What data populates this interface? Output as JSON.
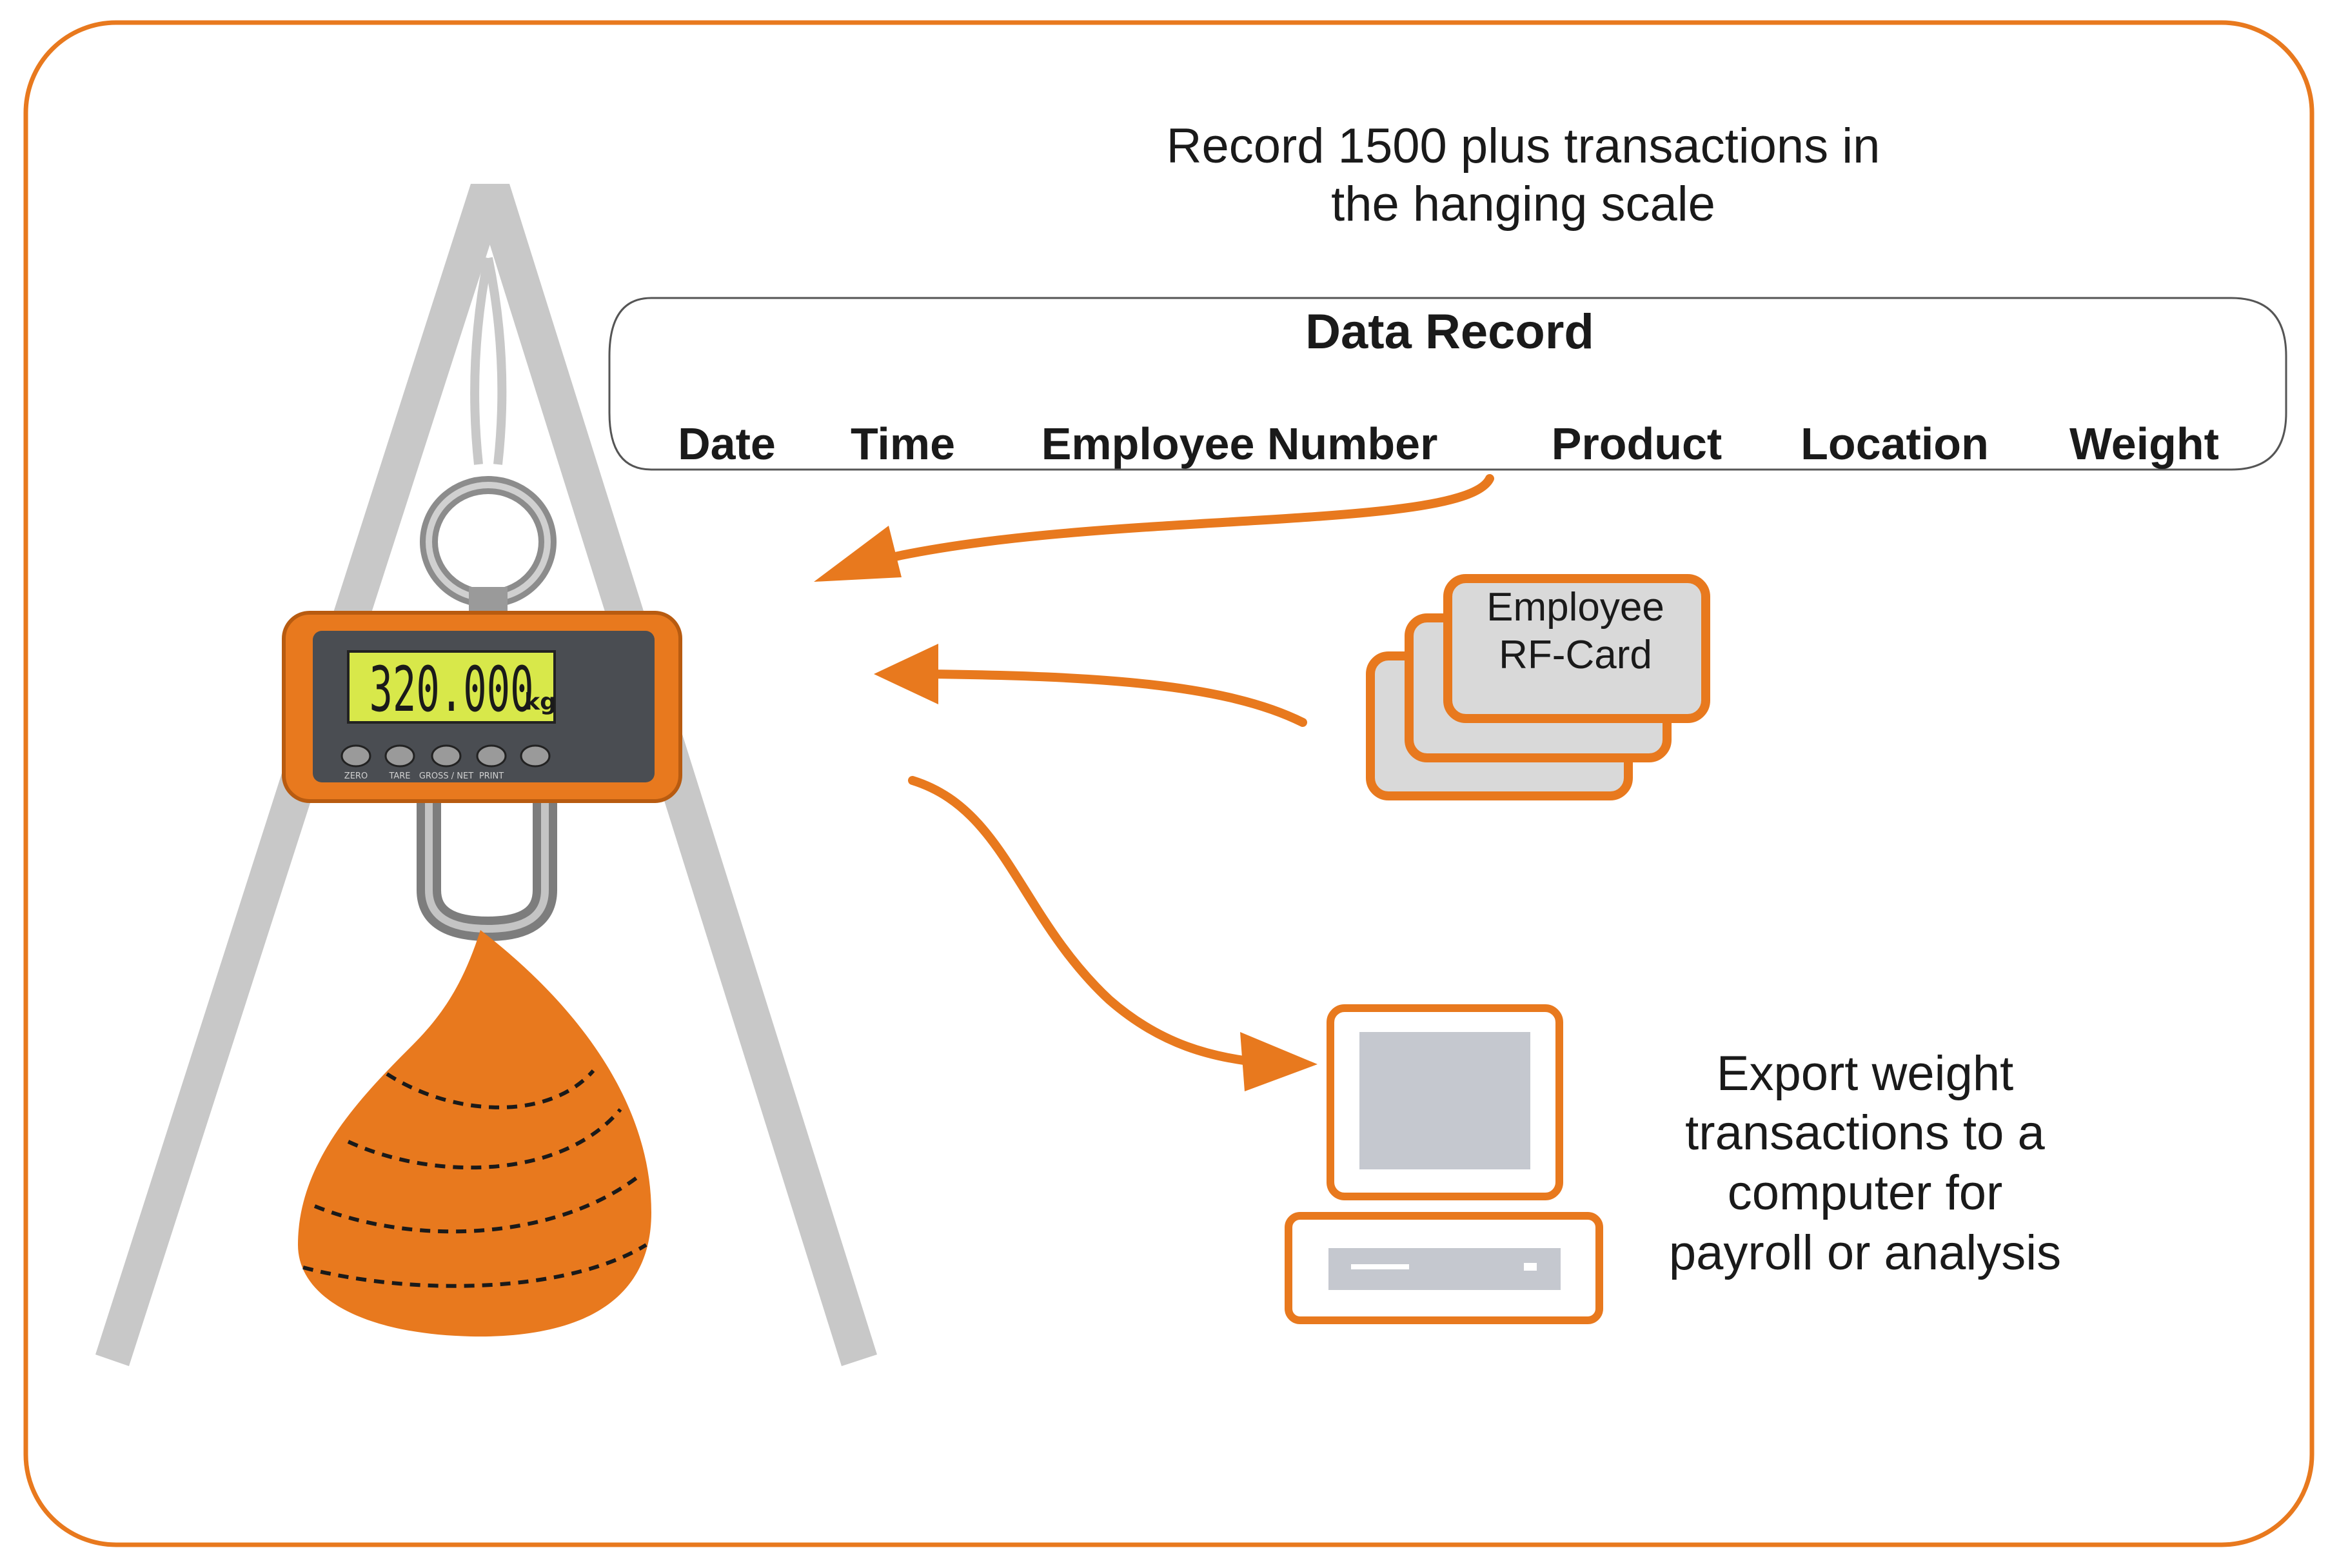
{
  "headline": {
    "line1": "Record 1500 plus transactions in",
    "line2": "the hanging scale"
  },
  "data_record": {
    "title": "Data Record",
    "fields": [
      "Date",
      "Time",
      "Employee Number",
      "Product",
      "Location",
      "Weight"
    ]
  },
  "scale": {
    "display_value": "320.000",
    "display_unit": "kg",
    "button_labels": [
      "ZERO",
      "TARE",
      "GROSS / NET",
      "PRINT"
    ]
  },
  "rf_card": {
    "line1": "Employee",
    "line2": "RF-Card"
  },
  "export": {
    "line1": "Export weight",
    "line2": "transactions to a",
    "line3": "computer for",
    "line4": "payroll or analysis"
  },
  "colors": {
    "accent": "#e8791e",
    "frame": "#c8c8c8",
    "card_fill": "#d9d9d9",
    "lcd": "#d8e84a",
    "screen": "#c5c8cf"
  }
}
